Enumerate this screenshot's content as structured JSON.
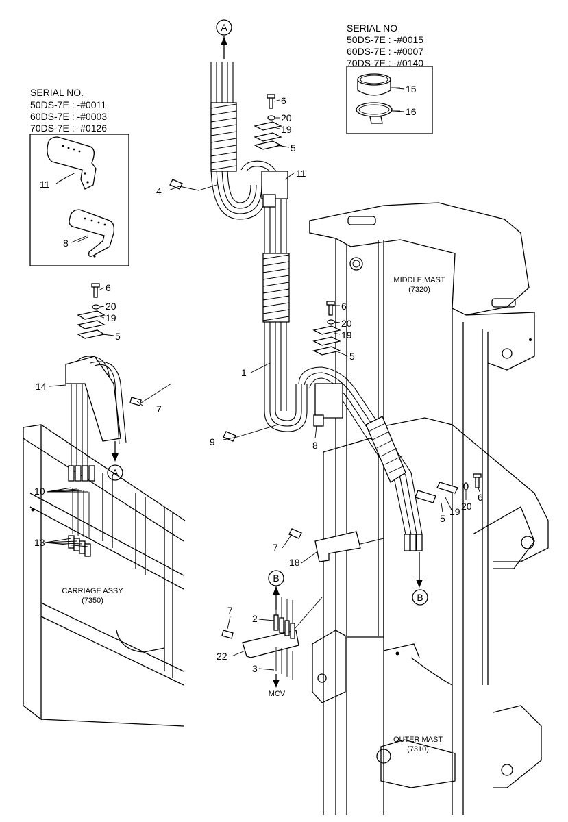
{
  "serial_left": {
    "title": "SERIAL NO.",
    "lines": [
      "50DS-7E : -#0011",
      "60DS-7E : -#0003",
      "70DS-7E : -#0126"
    ]
  },
  "serial_right": {
    "title": "SERIAL NO",
    "lines": [
      "50DS-7E : -#0015",
      "60DS-7E : -#0007",
      "70DS-7E : -#0140"
    ]
  },
  "assemblies": {
    "middle_mast": {
      "name": "MIDDLE MAST",
      "code": "(7320)"
    },
    "outer_mast": {
      "name": "OUTER MAST",
      "code": "(7310)"
    },
    "carriage": {
      "name": "CARRIAGE ASSY",
      "code": "(7350)"
    },
    "mcv": "MCV"
  },
  "refs": {
    "a": "A",
    "b": "B"
  },
  "part_numbers": {
    "p1": "1",
    "p2": "2",
    "p3": "3",
    "p4": "4",
    "p5": "5",
    "p6": "6",
    "p7": "7",
    "p8": "8",
    "p9": "9",
    "p10": "10",
    "p11": "11",
    "p13": "13",
    "p14": "14",
    "p15": "15",
    "p16": "16",
    "p18": "18",
    "p19": "19",
    "p20": "20",
    "p22": "22"
  }
}
